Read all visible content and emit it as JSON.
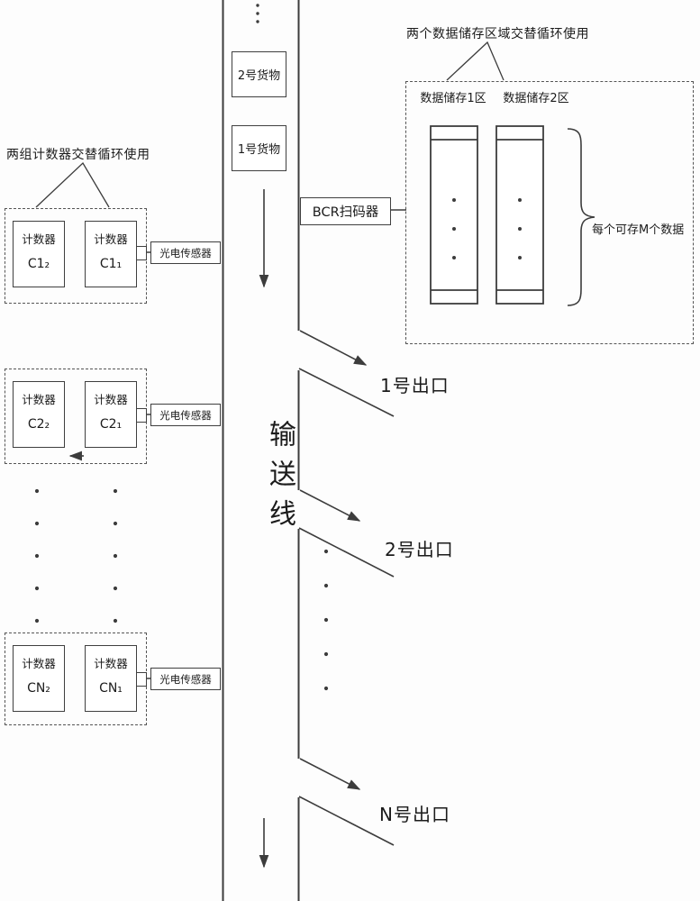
{
  "notes": {
    "counters": "两组计数器交替循环使用",
    "storage": "两个数据储存区域交替循环使用"
  },
  "counters": {
    "label": "计数器",
    "sensor_label": "光电传感器",
    "groups": [
      {
        "left_id": "C1₂",
        "right_id": "C1₁"
      },
      {
        "left_id": "C2₂",
        "right_id": "C2₁"
      },
      {
        "left_id": "CN₂",
        "right_id": "CN₁"
      }
    ]
  },
  "conveyor": {
    "label": "输送线",
    "cargo": [
      "2号货物",
      "1号货物"
    ],
    "scanner": "BCR扫码器"
  },
  "storage": {
    "columns": [
      "数据储存1区",
      "数据储存2区"
    ],
    "capacity_note": "每个可存M个数据"
  },
  "exits": [
    "1号出口",
    "2号出口",
    "N号出口"
  ],
  "colors": {
    "line": "#3c3c3c"
  }
}
